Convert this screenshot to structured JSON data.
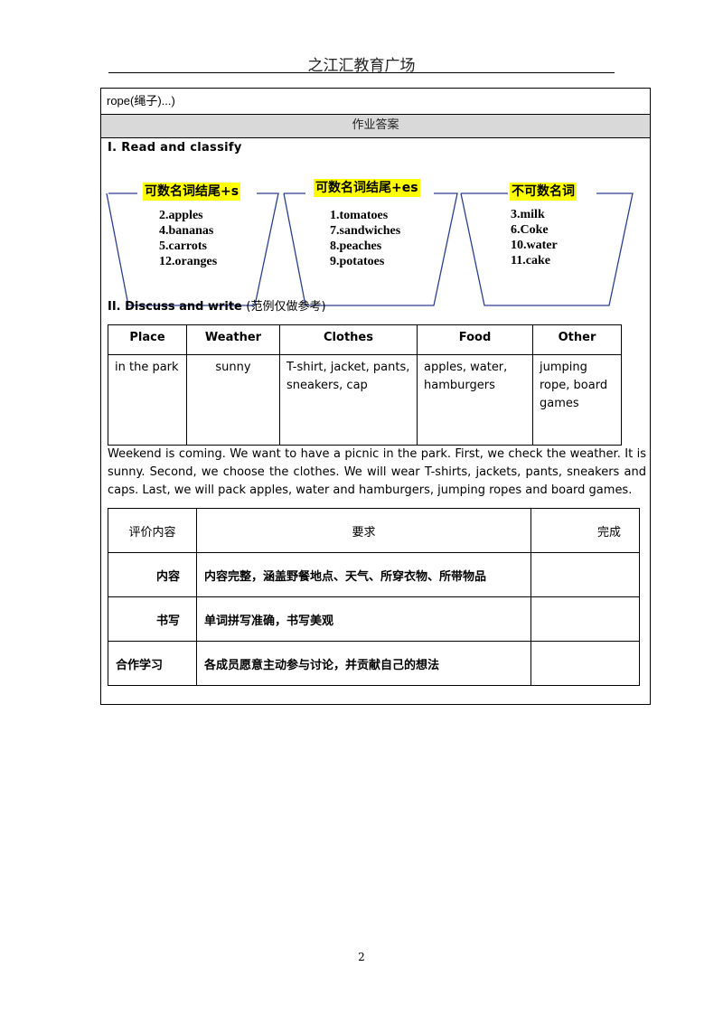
{
  "header": {
    "title": "之江汇教育广场"
  },
  "rope_row": {
    "text": "rope(绳子)...)"
  },
  "answer_row": {
    "text": "作业答案"
  },
  "section1": {
    "title": "I. Read and classify",
    "buckets": [
      {
        "title": "可数名词结尾+s",
        "items": [
          "2.apples",
          "4.bananas",
          "5.carrots",
          "12.oranges"
        ]
      },
      {
        "title": "可数名词结尾+es",
        "items": [
          "1.tomatoes",
          "7.sandwiches",
          "8.peaches",
          "9.potatoes"
        ]
      },
      {
        "title": "不可数名词",
        "items": [
          "3.milk",
          "6.Coke",
          "10.water",
          "11.cake"
        ]
      }
    ]
  },
  "section2": {
    "title": "II. Discuss and write",
    "note": "(范例仅做参考)",
    "table": {
      "headers": [
        "Place",
        "Weather",
        "Clothes",
        "Food",
        "Other"
      ],
      "row": [
        "in the park",
        "sunny",
        "T-shirt, jacket, pants, sneakers, cap",
        "apples, water, hamburgers",
        "jumping rope, board games"
      ]
    },
    "passage": "Weekend is coming. We want to have a picnic in the park. First, we check the weather. It is sunny. Second, we choose the clothes. We will wear T-shirts, jackets, pants, sneakers and caps. Last, we will pack apples, water and hamburgers, jumping ropes and board games."
  },
  "evaluation": {
    "headers": [
      "评价内容",
      "要求",
      "完成"
    ],
    "rows": [
      [
        "内容",
        "内容完整，涵盖野餐地点、天气、所穿衣物、所带物品",
        ""
      ],
      [
        "书写",
        "单词拼写准确，书写美观",
        ""
      ],
      [
        "合作学习",
        "各成员愿意主动参与讨论，并贡献自己的想法",
        ""
      ]
    ]
  },
  "footer": {
    "page_number": "2"
  }
}
